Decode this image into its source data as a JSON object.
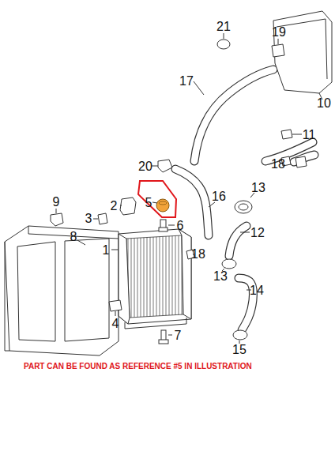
{
  "diagram": {
    "caption": "PART CAN BE FOUND AS REFERENCE #5 IN ILLUSTRATION",
    "nodes": [
      {
        "text": [
          "5"
        ]
      }
    ],
    "edges": [],
    "labels": [
      "21",
      "19",
      "10",
      "17",
      "11",
      "18",
      "20",
      "16",
      "13",
      "9",
      "2",
      "3",
      "6",
      "12",
      "8",
      "1",
      "18",
      "13",
      "14",
      "4",
      "7",
      "15"
    ]
  }
}
